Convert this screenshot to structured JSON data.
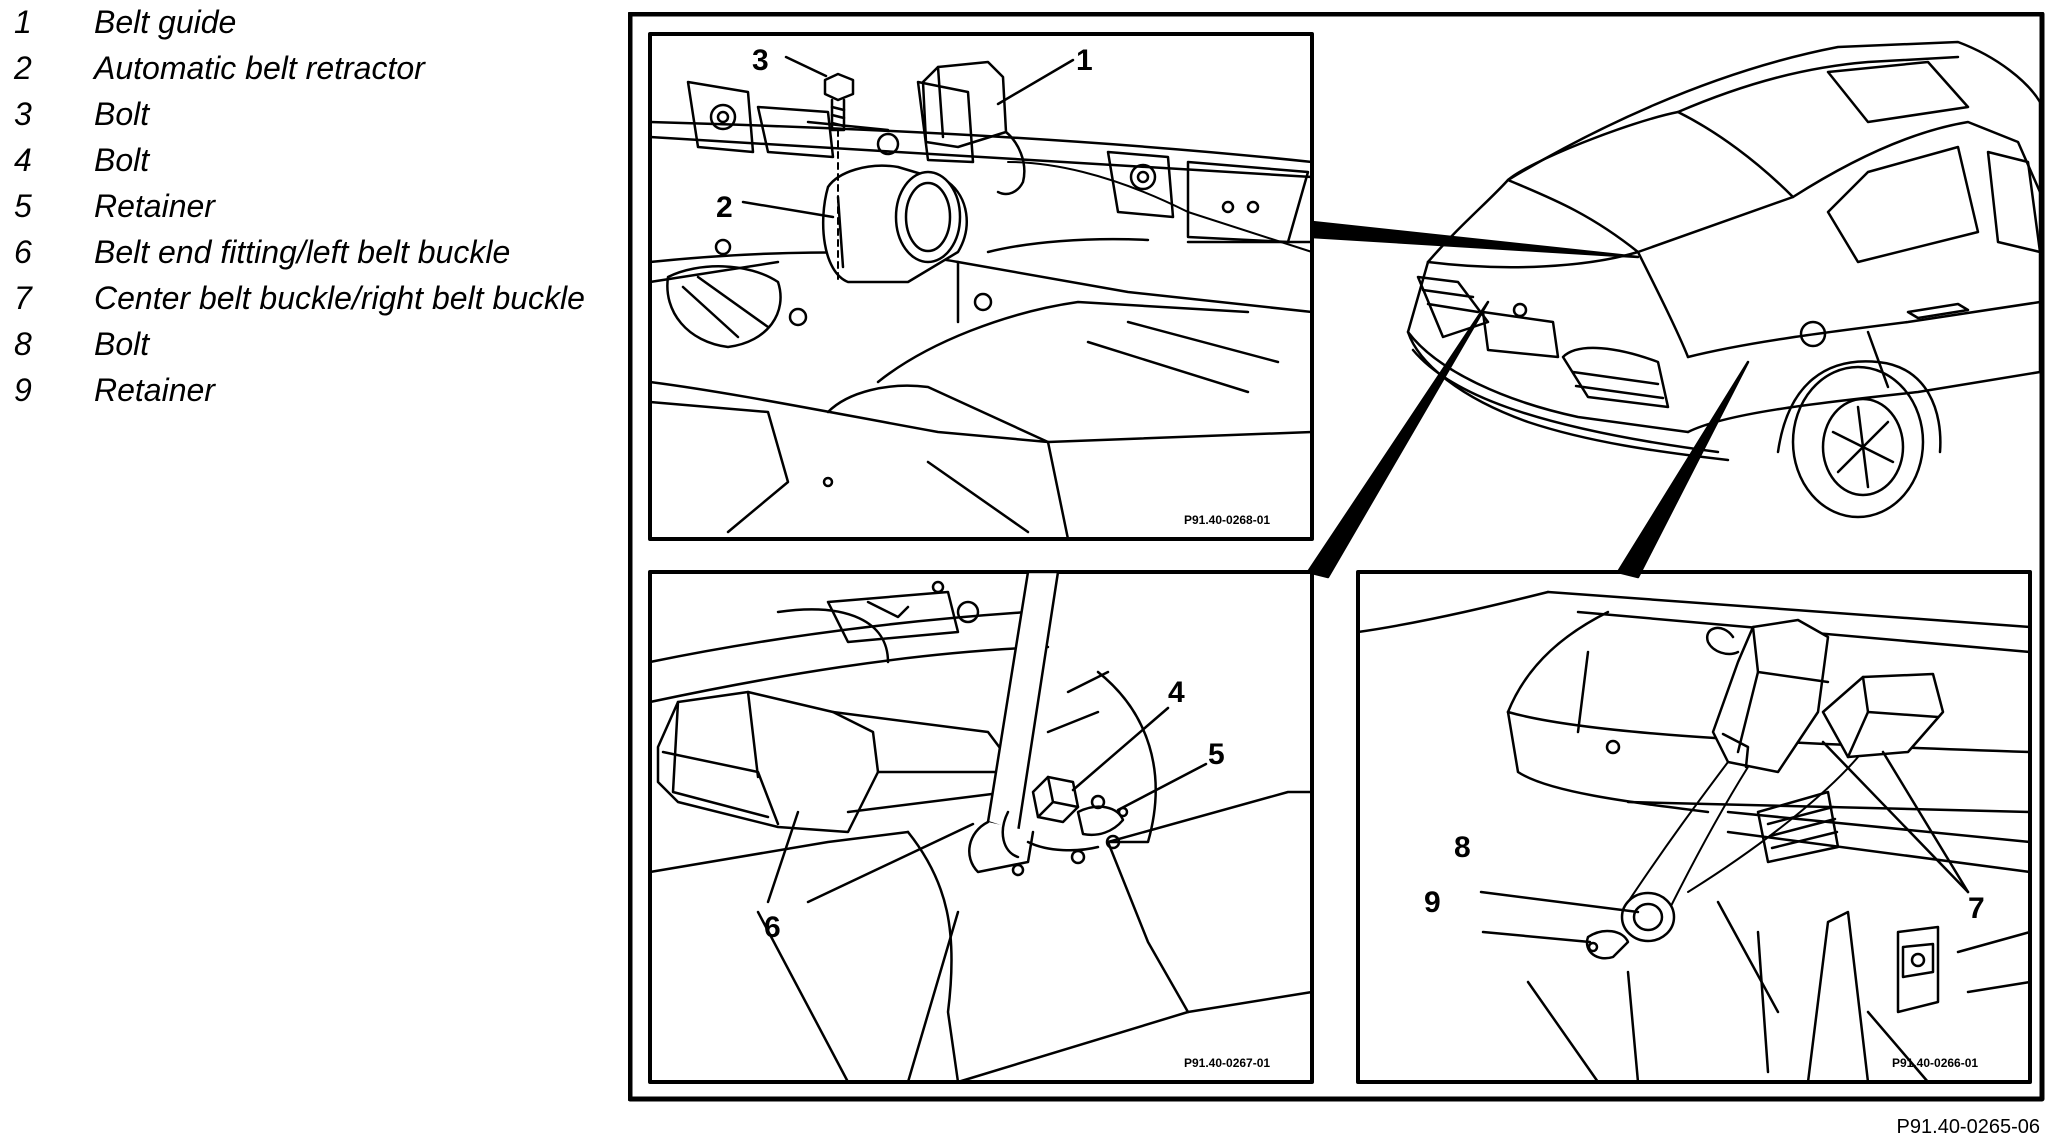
{
  "legend": {
    "items": [
      {
        "num": "1",
        "label": "Belt guide"
      },
      {
        "num": "2",
        "label": "Automatic belt retractor"
      },
      {
        "num": "3",
        "label": "Bolt"
      },
      {
        "num": "4",
        "label": "Bolt"
      },
      {
        "num": "5",
        "label": "Retainer"
      },
      {
        "num": "6",
        "label": "Belt end fitting/left belt buckle"
      },
      {
        "num": "7",
        "label": "Center belt buckle/right belt buckle"
      },
      {
        "num": "8",
        "label": "Bolt"
      },
      {
        "num": "9",
        "label": "Retainer"
      }
    ]
  },
  "figure": {
    "reference_code": "P91.40-0265-06",
    "panels": {
      "top_left": {
        "code": "P91.40-0268-01",
        "callouts": [
          "1",
          "2",
          "3"
        ]
      },
      "bottom_left": {
        "code": "P91.40-0267-01",
        "callouts": [
          "4",
          "5",
          "6"
        ]
      },
      "bottom_right": {
        "code": "P91.40-0266-01",
        "callouts": [
          "7",
          "8",
          "9"
        ]
      }
    }
  }
}
